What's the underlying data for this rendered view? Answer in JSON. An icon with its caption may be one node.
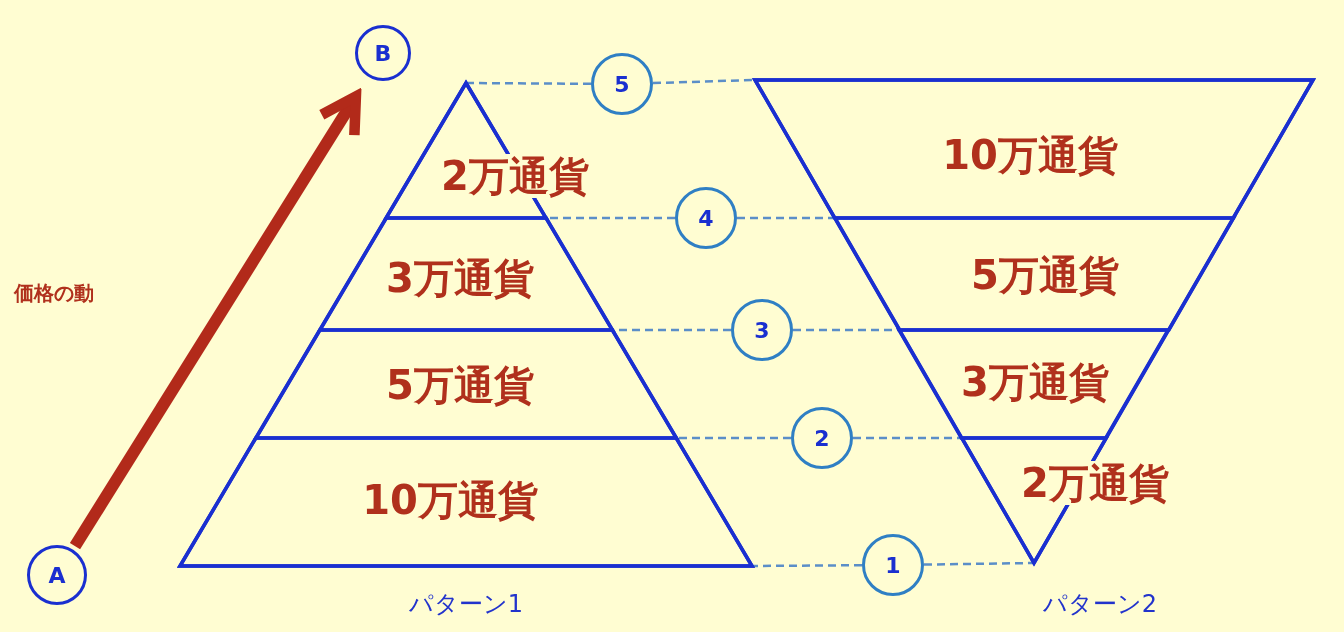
{
  "diagram": {
    "nodes": [
      {
        "text": [
          "B"
        ]
      },
      {
        "text": [
          "パターン1"
        ]
      },
      {
        "text": [
          "2万通貨"
        ],
        "in": 1
      },
      {
        "text": [
          "3万通貨"
        ],
        "in": 1
      },
      {
        "text": [
          "5万通貨"
        ],
        "in": 1
      },
      {
        "text": [
          "10万通貨"
        ],
        "in": 1
      },
      {
        "text": [
          "パターン2"
        ]
      },
      {
        "text": [
          "10万通貨"
        ],
        "in": 6
      },
      {
        "text": [
          "5万通貨"
        ],
        "in": 6
      },
      {
        "text": [
          "3万通貨"
        ],
        "in": 6
      },
      {
        "text": [
          "2万通貨"
        ],
        "in": 6
      },
      {
        "text": [
          "A"
        ]
      },
      {
        "text": [
          "5"
        ]
      },
      {
        "text": [
          "4"
        ]
      },
      {
        "text": [
          "3"
        ]
      },
      {
        "text": [
          "2"
        ]
      },
      {
        "text": [
          "1"
        ]
      }
    ],
    "edges": [
      {
        "from": 11,
        "to": 0,
        "arrow": "to",
        "style": "thick",
        "color": "#b22a1a"
      },
      {
        "from": 12,
        "to": 2,
        "arrow": "none",
        "style": "dashed"
      },
      {
        "from": 12,
        "to": 7,
        "arrow": "none",
        "style": "dashed"
      },
      {
        "from": 13,
        "to": 2,
        "arrow": "none",
        "style": "dashed"
      },
      {
        "from": 13,
        "to": 8,
        "arrow": "none",
        "style": "dashed"
      },
      {
        "from": 14,
        "to": 3,
        "arrow": "none",
        "style": "dashed"
      },
      {
        "from": 14,
        "to": 9,
        "arrow": "none",
        "style": "dashed"
      },
      {
        "from": 15,
        "to": 4,
        "arrow": "none",
        "style": "dashed"
      },
      {
        "from": 15,
        "to": 10,
        "arrow": "none",
        "style": "dashed"
      },
      {
        "from": 16,
        "to": 5,
        "arrow": "none",
        "style": "dashed"
      },
      {
        "from": 16,
        "to": 10,
        "arrow": "none",
        "style": "dashed"
      }
    ],
    "labels": [
      "価格の動"
    ]
  }
}
